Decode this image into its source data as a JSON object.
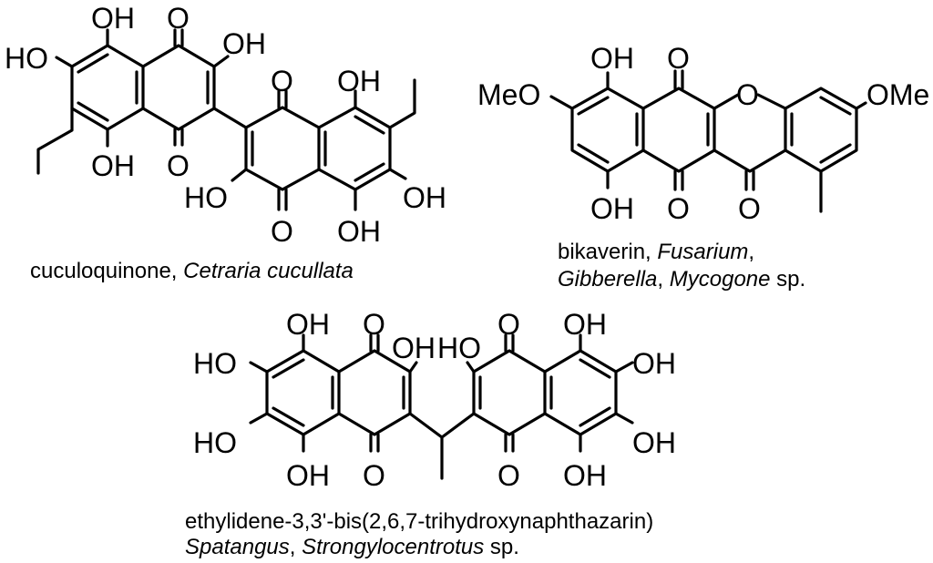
{
  "labels": {
    "oh": "OH",
    "ho": "HO",
    "o": "O",
    "meo": "MeO",
    "ome": "OMe"
  },
  "captions": {
    "cuculoquinone": {
      "name": "cuculoquinone, ",
      "source": "Cetraria cucullata"
    },
    "bikaverin": {
      "name": "bikaverin, ",
      "g1": "Fusarium",
      "sep1": ",",
      "g2": "Gibberella",
      "sep2": ", ",
      "g3": "Mycogone",
      "tail": " sp."
    },
    "ethylidene": {
      "name": "ethylidene-3,3'-bis(2,6,7-trihydroxynaphthazarin)",
      "g1": "Spatangus",
      "sep": ", ",
      "g2": "Strongylocentrotus",
      "tail": " sp."
    }
  }
}
